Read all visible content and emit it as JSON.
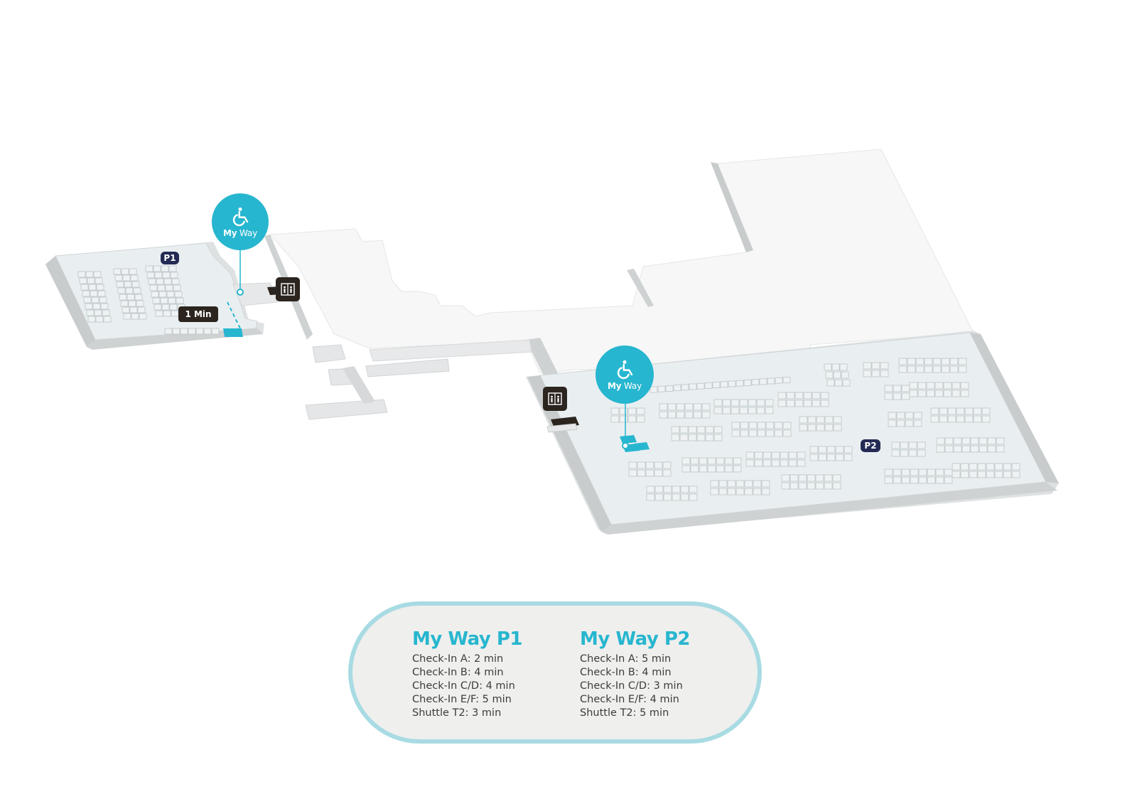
{
  "map": {
    "markers": [
      {
        "label_bold": "My",
        "label_rest": "Way",
        "icon": "wheelchair-icon"
      },
      {
        "label_bold": "My",
        "label_rest": "Way",
        "icon": "wheelchair-icon"
      }
    ],
    "zones": [
      {
        "label": "P1"
      },
      {
        "label": "P2"
      }
    ],
    "walk_time_tag": "1 Min",
    "lift_icon": "elevator-icon",
    "colors": {
      "accent": "#27b6cf",
      "zone_badge": "#232b54",
      "lift_badge": "#2b241f",
      "floor": "#e9eff1",
      "building": "#f7f7f7",
      "wall": "#cfd2d3"
    }
  },
  "legend": {
    "columns": [
      {
        "title": "My Way P1",
        "rows": [
          "Check-In A: 2 min",
          "Check-In B: 4 min",
          "Check-In C/D: 4 min",
          "Check-In E/F: 5 min",
          "Shuttle T2: 3 min"
        ]
      },
      {
        "title": "My Way P2",
        "rows": [
          "Check-In A: 5 min",
          "Check-In B: 4 min",
          "Check-In C/D: 3 min",
          "Check-In E/F: 4 min",
          "Shuttle T2: 5 min"
        ]
      }
    ]
  }
}
